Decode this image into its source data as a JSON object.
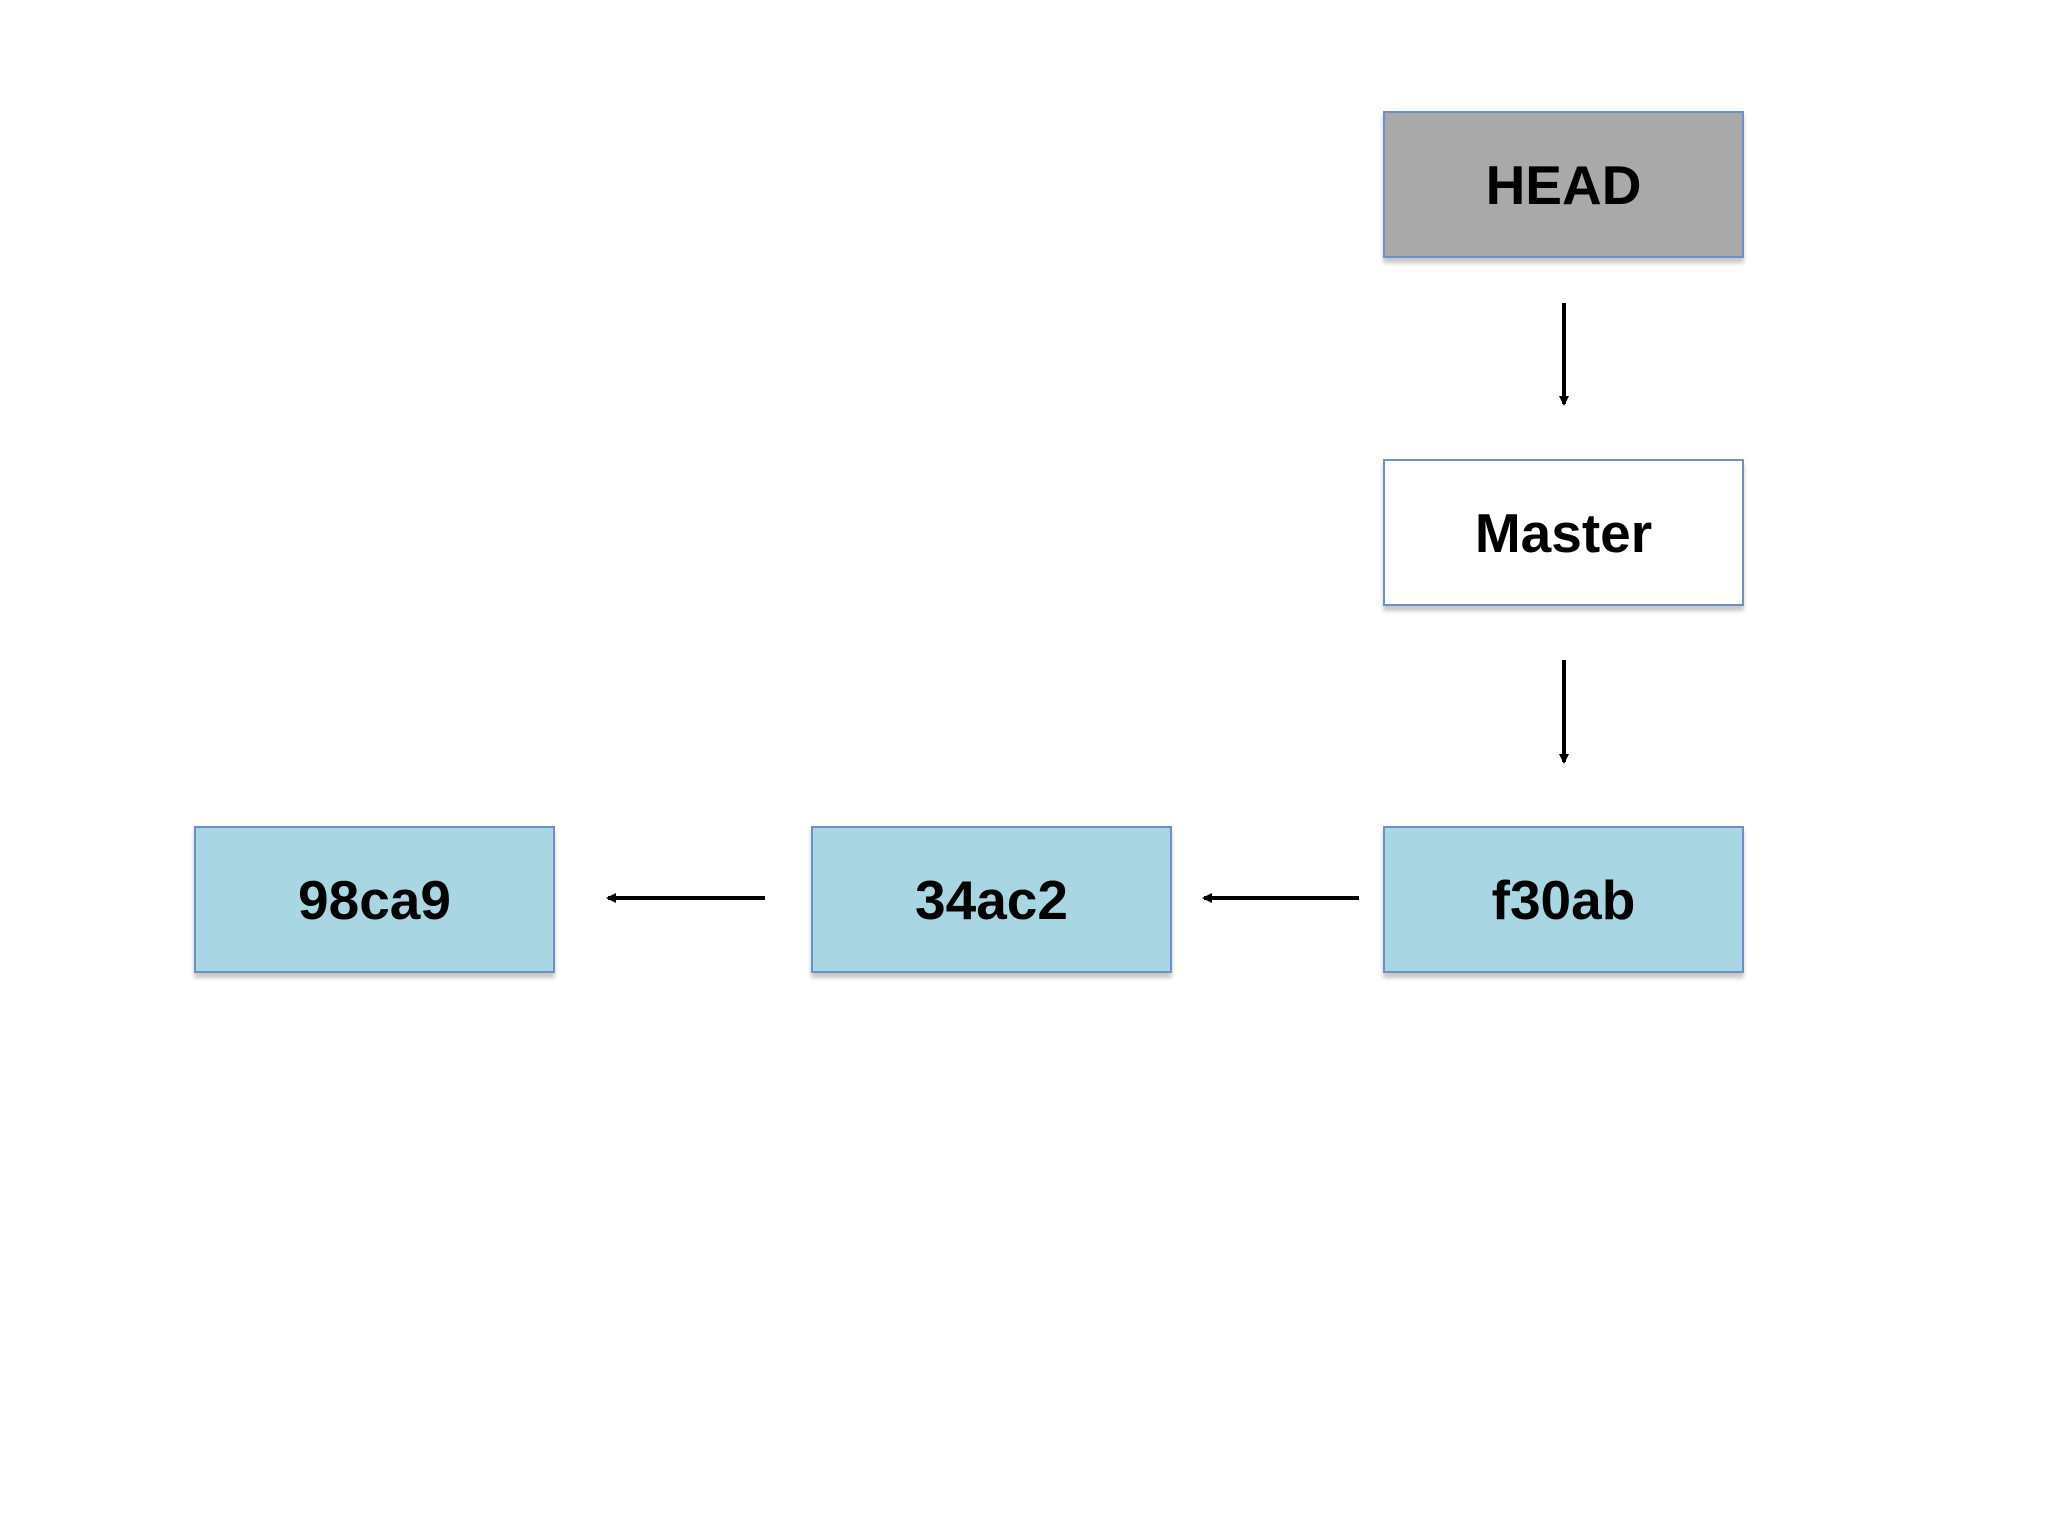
{
  "diagram": {
    "nodes": [
      {
        "id": "head",
        "label": "HEAD",
        "fill": "#a9a9a9"
      },
      {
        "id": "master",
        "label": "Master",
        "fill": "#ffffff"
      },
      {
        "id": "f30ab",
        "label": "f30ab",
        "fill": "#a8d6e3"
      },
      {
        "id": "34ac2",
        "label": "34ac2",
        "fill": "#a8d6e3"
      },
      {
        "id": "98ca9",
        "label": "98ca9",
        "fill": "#a8d6e3"
      }
    ],
    "edges": [
      {
        "from": "head",
        "to": "master"
      },
      {
        "from": "master",
        "to": "f30ab"
      },
      {
        "from": "f30ab",
        "to": "34ac2"
      },
      {
        "from": "34ac2",
        "to": "98ca9"
      }
    ],
    "colors": {
      "border": "#6f8fc9",
      "arrow": "#000000"
    }
  }
}
